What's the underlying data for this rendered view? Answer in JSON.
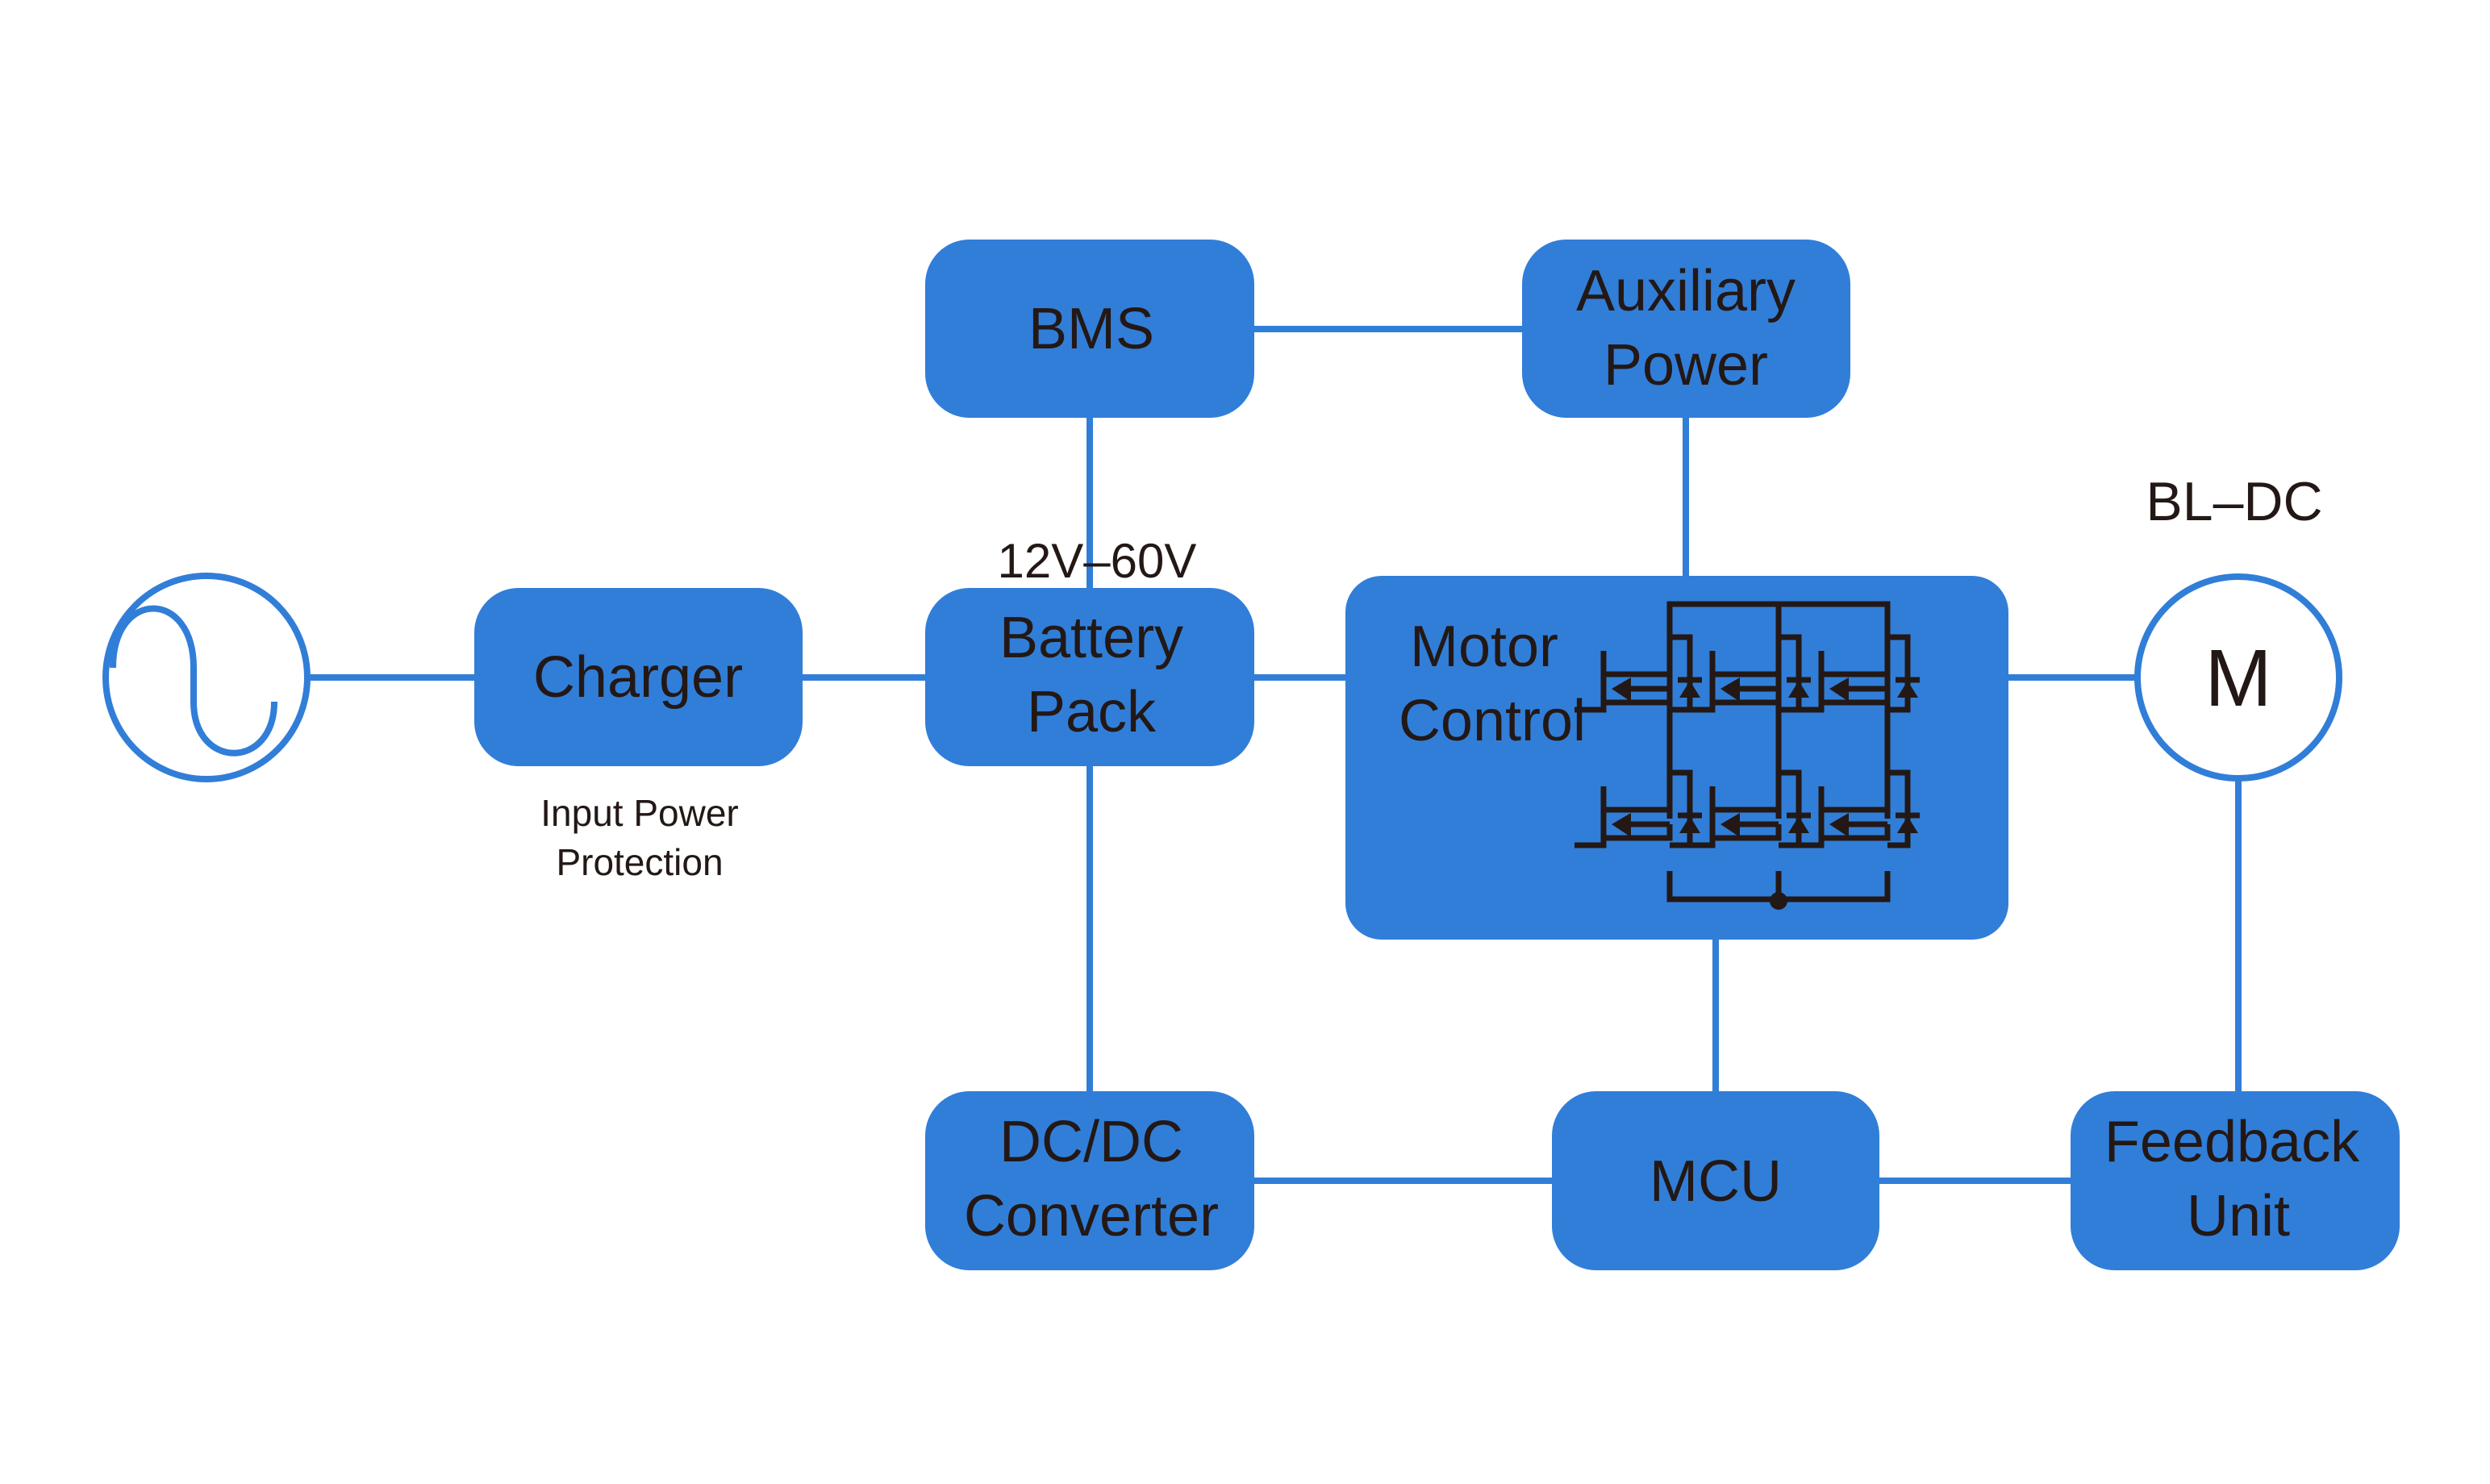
{
  "diagram": {
    "title": "BLDC Motor Drive System Block Diagram",
    "colors": {
      "block_fill": "#317ED8",
      "wire": "#317ED8",
      "text": "#231815",
      "circuit": "#231815",
      "background": "#FFFFFF"
    },
    "nodes": {
      "ac_source": {
        "type": "ac-source-symbol",
        "icon": "sine-wave-icon"
      },
      "charger": {
        "lines": [
          "Charger"
        ],
        "caption": [
          "Input Power",
          "Protection"
        ]
      },
      "battery_pack": {
        "lines": [
          "Battery",
          "Pack"
        ],
        "annotation": "12V–60V"
      },
      "bms": {
        "lines": [
          "BMS"
        ]
      },
      "auxiliary_power": {
        "lines": [
          "Auxiliary",
          "Power"
        ]
      },
      "motor_control": {
        "lines": [
          "Motor",
          "Control"
        ],
        "icon": "three-phase-mosfet-bridge-icon"
      },
      "motor": {
        "symbol": "M",
        "annotation": "BL–DC"
      },
      "dcdc_converter": {
        "lines": [
          "DC/DC",
          "Converter"
        ]
      },
      "mcu": {
        "lines": [
          "MCU"
        ]
      },
      "feedback_unit": {
        "lines": [
          "Feedback",
          "Unit"
        ]
      }
    },
    "edges": [
      {
        "from": "ac_source",
        "to": "charger"
      },
      {
        "from": "charger",
        "to": "battery_pack"
      },
      {
        "from": "bms",
        "to": "battery_pack"
      },
      {
        "from": "bms",
        "to": "auxiliary_power"
      },
      {
        "from": "auxiliary_power",
        "to": "motor_control"
      },
      {
        "from": "battery_pack",
        "to": "motor_control"
      },
      {
        "from": "battery_pack",
        "to": "dcdc_converter"
      },
      {
        "from": "motor_control",
        "to": "motor"
      },
      {
        "from": "motor_control",
        "to": "mcu"
      },
      {
        "from": "dcdc_converter",
        "to": "mcu"
      },
      {
        "from": "mcu",
        "to": "feedback_unit"
      },
      {
        "from": "motor",
        "to": "feedback_unit"
      }
    ]
  }
}
